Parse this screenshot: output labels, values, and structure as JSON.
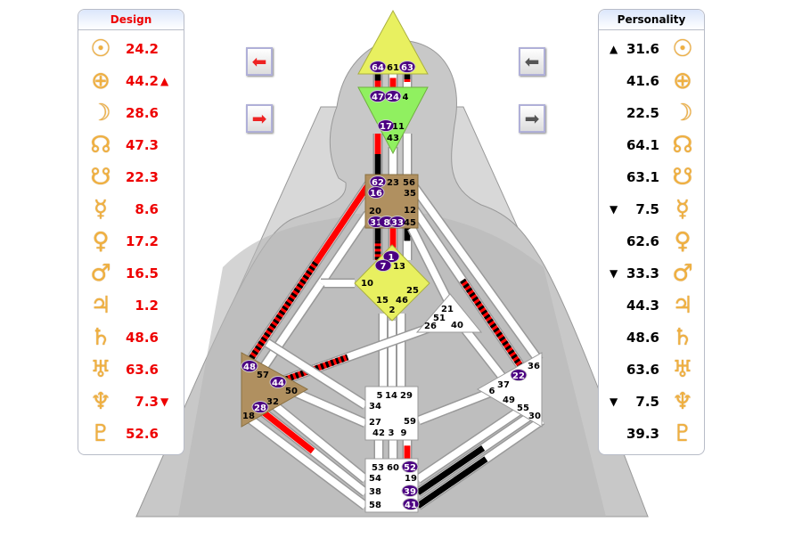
{
  "design": {
    "title": "Design",
    "color": "#ee0000",
    "rows": [
      {
        "planet": "sun",
        "glyph": "☉",
        "value": "24.2",
        "marker": ""
      },
      {
        "planet": "earth",
        "glyph": "⊕",
        "value": "44.2",
        "marker": "▲"
      },
      {
        "planet": "moon",
        "glyph": "☽",
        "value": "28.6",
        "marker": ""
      },
      {
        "planet": "north-node",
        "glyph": "☊",
        "value": "47.3",
        "marker": ""
      },
      {
        "planet": "south-node",
        "glyph": "☋",
        "value": "22.3",
        "marker": ""
      },
      {
        "planet": "mercury",
        "glyph": "☿",
        "value": "8.6",
        "marker": ""
      },
      {
        "planet": "venus",
        "glyph": "♀",
        "value": "17.2",
        "marker": ""
      },
      {
        "planet": "mars",
        "glyph": "♂",
        "value": "16.5",
        "marker": ""
      },
      {
        "planet": "jupiter",
        "glyph": "♃",
        "value": "1.2",
        "marker": ""
      },
      {
        "planet": "saturn",
        "glyph": "♄",
        "value": "48.6",
        "marker": ""
      },
      {
        "planet": "uranus",
        "glyph": "♅",
        "value": "63.6",
        "marker": ""
      },
      {
        "planet": "neptune",
        "glyph": "♆",
        "value": "7.3",
        "marker": "▼"
      },
      {
        "planet": "pluto",
        "glyph": "♇",
        "value": "52.6",
        "marker": ""
      }
    ]
  },
  "personality": {
    "title": "Personality",
    "rows": [
      {
        "planet": "sun",
        "glyph": "☉",
        "value": "31.6",
        "marker": "▲"
      },
      {
        "planet": "earth",
        "glyph": "⊕",
        "value": "41.6",
        "marker": ""
      },
      {
        "planet": "moon",
        "glyph": "☽",
        "value": "22.5",
        "marker": ""
      },
      {
        "planet": "north-node",
        "glyph": "☊",
        "value": "64.1",
        "marker": ""
      },
      {
        "planet": "south-node",
        "glyph": "☋",
        "value": "63.1",
        "marker": ""
      },
      {
        "planet": "mercury",
        "glyph": "☿",
        "value": "7.5",
        "marker": "▼"
      },
      {
        "planet": "venus",
        "glyph": "♀",
        "value": "62.6",
        "marker": ""
      },
      {
        "planet": "mars",
        "glyph": "♂",
        "value": "33.3",
        "marker": "▼"
      },
      {
        "planet": "jupiter",
        "glyph": "♃",
        "value": "44.3",
        "marker": ""
      },
      {
        "planet": "saturn",
        "glyph": "♄",
        "value": "48.6",
        "marker": ""
      },
      {
        "planet": "uranus",
        "glyph": "♅",
        "value": "63.6",
        "marker": ""
      },
      {
        "planet": "neptune",
        "glyph": "♆",
        "value": "7.5",
        "marker": "▼"
      },
      {
        "planet": "pluto",
        "glyph": "♇",
        "value": "39.3",
        "marker": ""
      }
    ]
  },
  "nav": {
    "design_prev": "prev-arrow-icon",
    "design_next": "next-arrow-icon",
    "personality_prev": "prev-arrow-icon",
    "personality_next": "next-arrow-icon"
  },
  "colors": {
    "design": "#ff0000",
    "personality": "#000000",
    "active_gate": "#4b0082",
    "head": "#e8f060",
    "ajna": "#90f060",
    "throat": "#b09060",
    "g": "#e8f060",
    "spleen": "#b09060",
    "undefined": "#ffffff"
  },
  "centers": [
    {
      "name": "head",
      "gates": [
        "64",
        "61",
        "63"
      ]
    },
    {
      "name": "ajna",
      "gates": [
        "47",
        "24",
        "4",
        "17",
        "11",
        "43"
      ]
    },
    {
      "name": "throat",
      "gates": [
        "62",
        "23",
        "56",
        "16",
        "35",
        "20",
        "12",
        "31",
        "8",
        "33",
        "45"
      ]
    },
    {
      "name": "g",
      "gates": [
        "1",
        "7",
        "13",
        "10",
        "25",
        "15",
        "46",
        "2"
      ]
    },
    {
      "name": "ego",
      "gates": [
        "21",
        "51",
        "26",
        "40"
      ]
    },
    {
      "name": "spleen",
      "gates": [
        "48",
        "57",
        "44",
        "50",
        "32",
        "28",
        "18"
      ]
    },
    {
      "name": "sacral",
      "gates": [
        "5",
        "14",
        "29",
        "34",
        "27",
        "59",
        "42",
        "3",
        "9"
      ]
    },
    {
      "name": "solar-plexus",
      "gates": [
        "36",
        "22",
        "37",
        "6",
        "49",
        "55",
        "30"
      ]
    },
    {
      "name": "root",
      "gates": [
        "53",
        "60",
        "52",
        "54",
        "19",
        "38",
        "39",
        "58",
        "41"
      ]
    }
  ],
  "active_gates": [
    "64",
    "63",
    "47",
    "24",
    "17",
    "62",
    "16",
    "31",
    "8",
    "33",
    "1",
    "7",
    "48",
    "44",
    "28",
    "22",
    "52",
    "39",
    "41"
  ]
}
